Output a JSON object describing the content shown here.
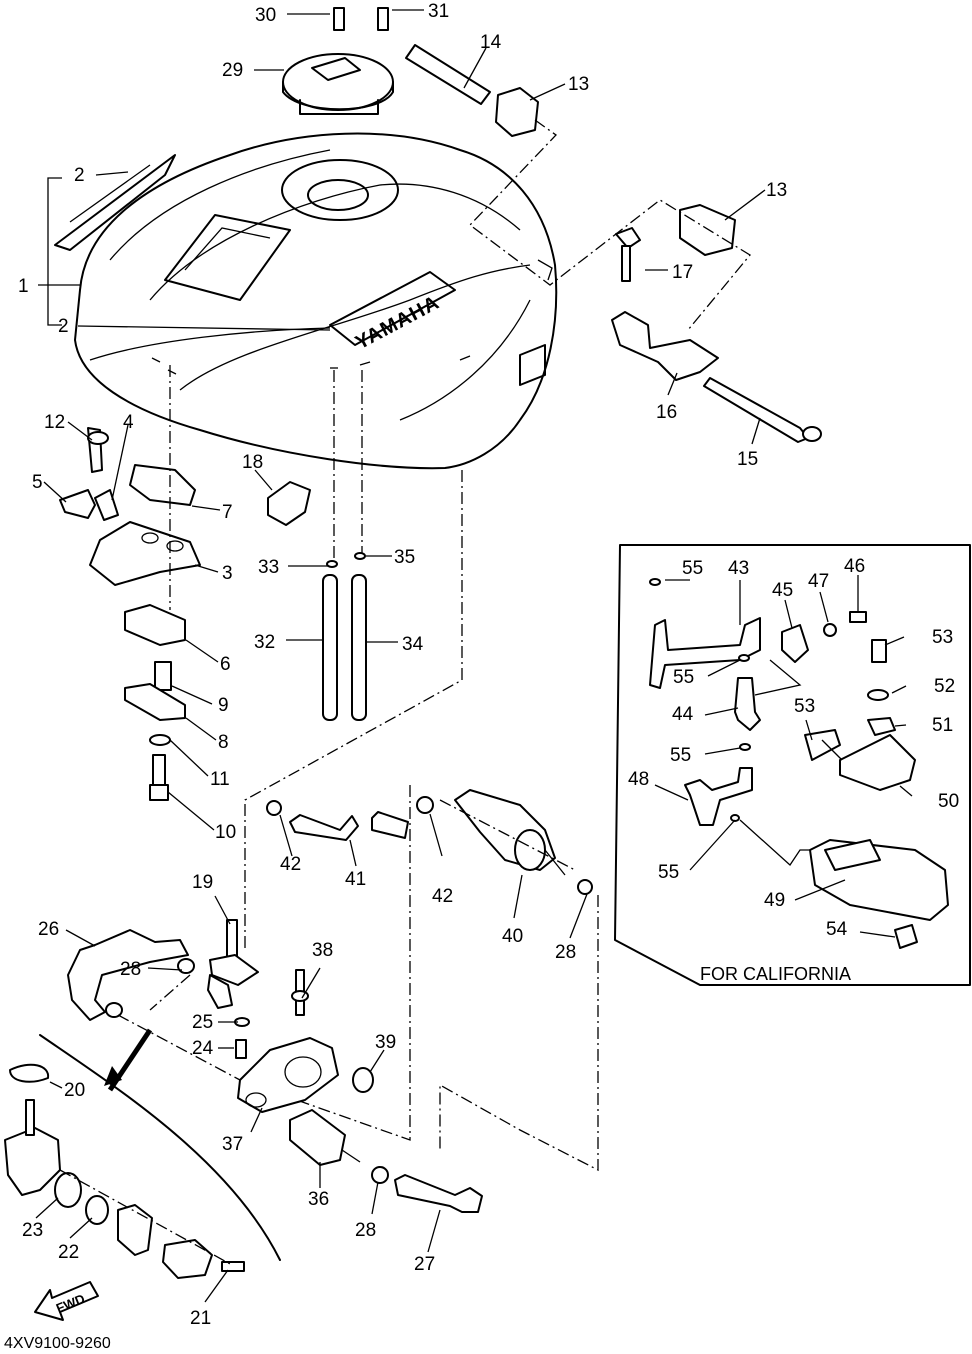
{
  "tank_logo": "YAMAHA",
  "box_caption": "FOR CALIFORNIA",
  "fwd_label": "FWD",
  "catalog_code": "4XV9100-9260",
  "callouts": [
    "1",
    "2",
    "2",
    "3",
    "4",
    "5",
    "6",
    "7",
    "8",
    "9",
    "10",
    "11",
    "12",
    "13",
    "13",
    "14",
    "15",
    "16",
    "17",
    "18",
    "19",
    "20",
    "21",
    "22",
    "23",
    "24",
    "25",
    "26",
    "27",
    "28",
    "28",
    "28",
    "29",
    "30",
    "31",
    "32",
    "33",
    "34",
    "35",
    "36",
    "37",
    "38",
    "39",
    "40",
    "41",
    "42",
    "42",
    "43",
    "44",
    "45",
    "46",
    "47",
    "48",
    "49",
    "50",
    "51",
    "52",
    "53",
    "53",
    "54",
    "55",
    "55",
    "55",
    "55"
  ]
}
